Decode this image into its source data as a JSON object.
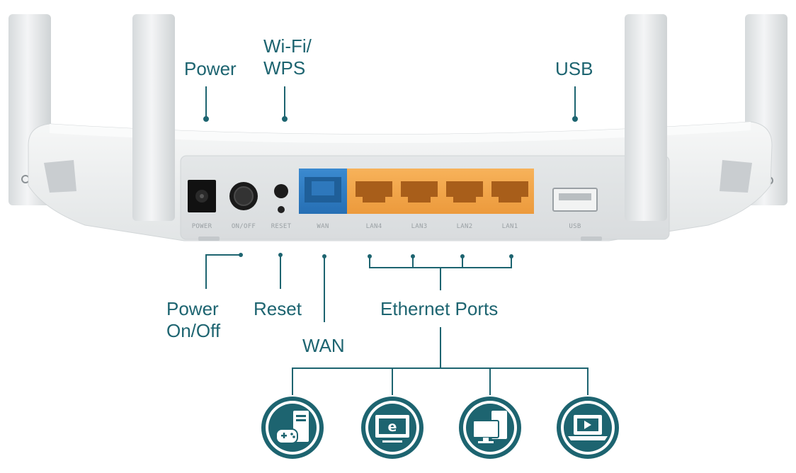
{
  "diagram": {
    "callouts": {
      "power": "Power",
      "wifi_wps": "Wi-Fi/\nWPS",
      "usb": "USB",
      "power_onoff": "Power\nOn/Off",
      "reset": "Reset",
      "wan": "WAN",
      "ethernet_ports": "Ethernet Ports"
    },
    "port_labels": {
      "power": "POWER",
      "onoff": "ON/OFF",
      "reset": "RESET",
      "wan": "WAN",
      "lan4": "LAN4",
      "lan3": "LAN3",
      "lan2": "LAN2",
      "lan1": "LAN1",
      "usb": "USB"
    },
    "devices": [
      {
        "icon": "game-console-pc-icon"
      },
      {
        "icon": "smart-tv-icon"
      },
      {
        "icon": "desktop-computer-icon"
      },
      {
        "icon": "laptop-icon"
      }
    ],
    "colors": {
      "accent": "#1d6470",
      "wan_port": "#2f7fc6",
      "lan_ports": "#f2a64a",
      "router_body": "#eceeef"
    }
  }
}
